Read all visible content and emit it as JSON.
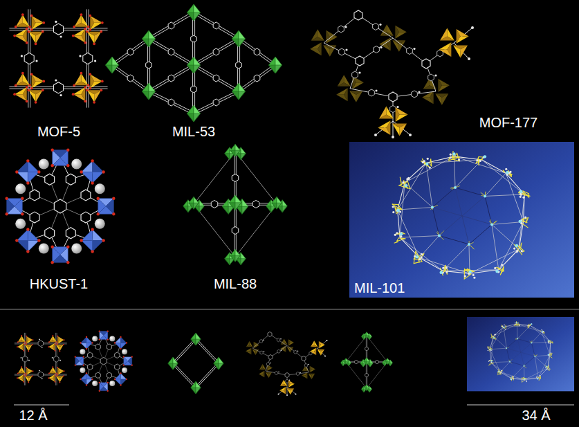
{
  "diagram": {
    "labels": [
      "MOF-5",
      "MIL-53",
      "MOF-177",
      "HKUST-1",
      "MIL-88",
      "MIL-101",
      "12 Å",
      "34 Å"
    ]
  }
}
